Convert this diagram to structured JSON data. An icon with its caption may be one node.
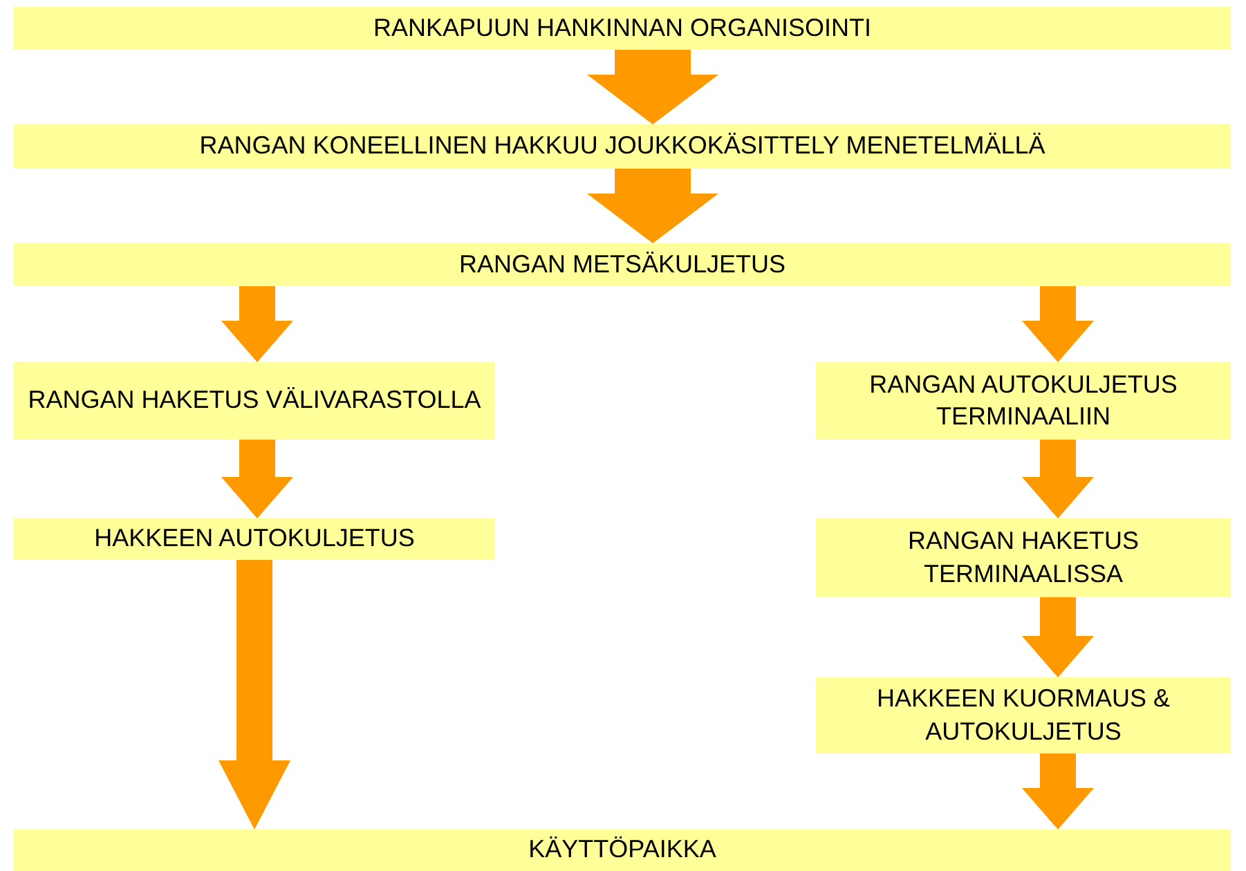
{
  "diagram": {
    "nodes": [
      {
        "text": [
          "RANKAPUUN HANKINNAN ORGANISOINTI"
        ]
      },
      {
        "text": [
          "RANGAN KONEELLINEN HAKKUU JOUKKOKÄSITTELY MENETELMÄLLÄ"
        ]
      },
      {
        "text": [
          "RANGAN METSÄKULJETUS"
        ]
      },
      {
        "text": [
          "RANGAN HAKETUS VÄLIVARASTOLLA"
        ]
      },
      {
        "text": [
          "RANGAN AUTOKULJETUS TERMINAALIIN"
        ]
      },
      {
        "text": [
          "HAKKEEN AUTOKULJETUS"
        ]
      },
      {
        "text": [
          "RANGAN HAKETUS TERMINAALISSA"
        ]
      },
      {
        "text": [
          "HAKKEEN KUORMAUS & AUTOKULJETUS"
        ]
      },
      {
        "text": [
          "KÄYTTÖPAIKKA"
        ]
      }
    ],
    "edges": [
      {
        "from": 0,
        "to": 1,
        "arrow": "to",
        "style": "thick"
      },
      {
        "from": 1,
        "to": 2,
        "arrow": "to",
        "style": "thick"
      },
      {
        "from": 2,
        "to": 3,
        "arrow": "to"
      },
      {
        "from": 2,
        "to": 4,
        "arrow": "to"
      },
      {
        "from": 3,
        "to": 5,
        "arrow": "to"
      },
      {
        "from": 4,
        "to": 6,
        "arrow": "to"
      },
      {
        "from": 5,
        "to": 8,
        "arrow": "to"
      },
      {
        "from": 6,
        "to": 7,
        "arrow": "to"
      },
      {
        "from": 7,
        "to": 8,
        "arrow": "to"
      }
    ]
  }
}
